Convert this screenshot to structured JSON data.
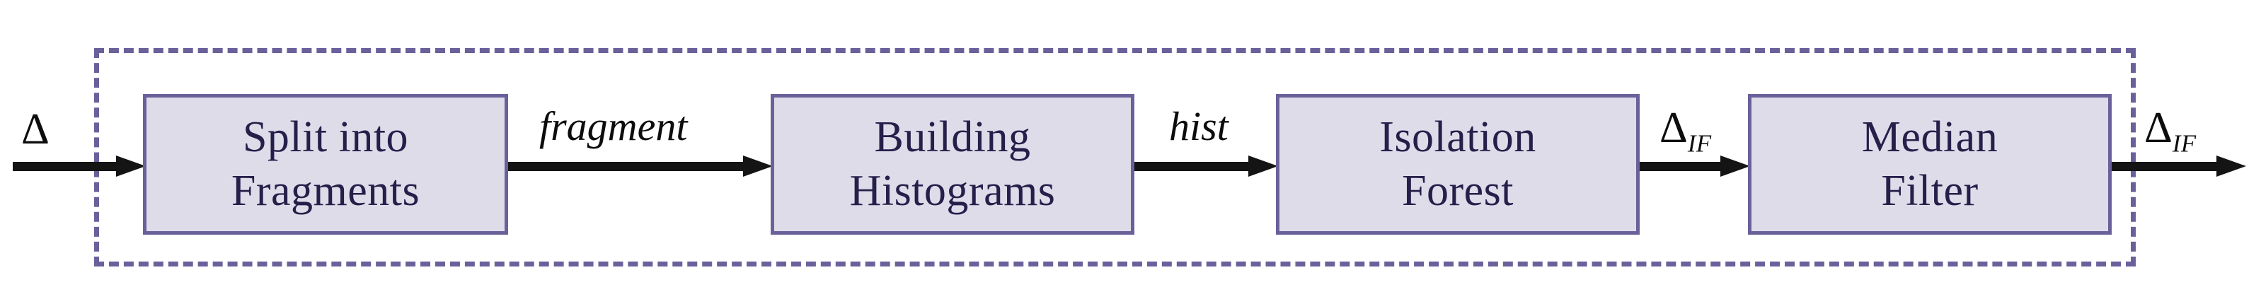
{
  "diagram": {
    "title": "Anomaly detection pipeline block diagram",
    "type": "flow-pipeline",
    "colors": {
      "box_fill": "#DFDCEA",
      "box_border": "#6A619B",
      "box_text": "#25204A",
      "dashed_border": "#6A619B",
      "arrow": "#141414",
      "background": "#FFFFFF"
    },
    "input_label": "Δ",
    "output_label_base": "Δ",
    "output_label_sub": "IF",
    "blocks": [
      {
        "id": "split",
        "line1": "Split into",
        "line2": "Fragments"
      },
      {
        "id": "hist",
        "line1": "Building",
        "line2": "Histograms"
      },
      {
        "id": "iforest",
        "line1": "Isolation",
        "line2": "Forest"
      },
      {
        "id": "median",
        "line1": "Median",
        "line2": "Filter"
      }
    ],
    "edges": [
      {
        "id": "in",
        "label": "Δ",
        "sub": "",
        "style": "upright"
      },
      {
        "id": "fragment",
        "label": "fragment",
        "sub": "",
        "style": "italic"
      },
      {
        "id": "hist",
        "label": "hist",
        "sub": "",
        "style": "italic"
      },
      {
        "id": "delta-if",
        "label": "Δ",
        "sub": "IF",
        "style": "upright"
      },
      {
        "id": "out",
        "label": "Δ",
        "sub": "IF",
        "style": "upright"
      }
    ]
  }
}
